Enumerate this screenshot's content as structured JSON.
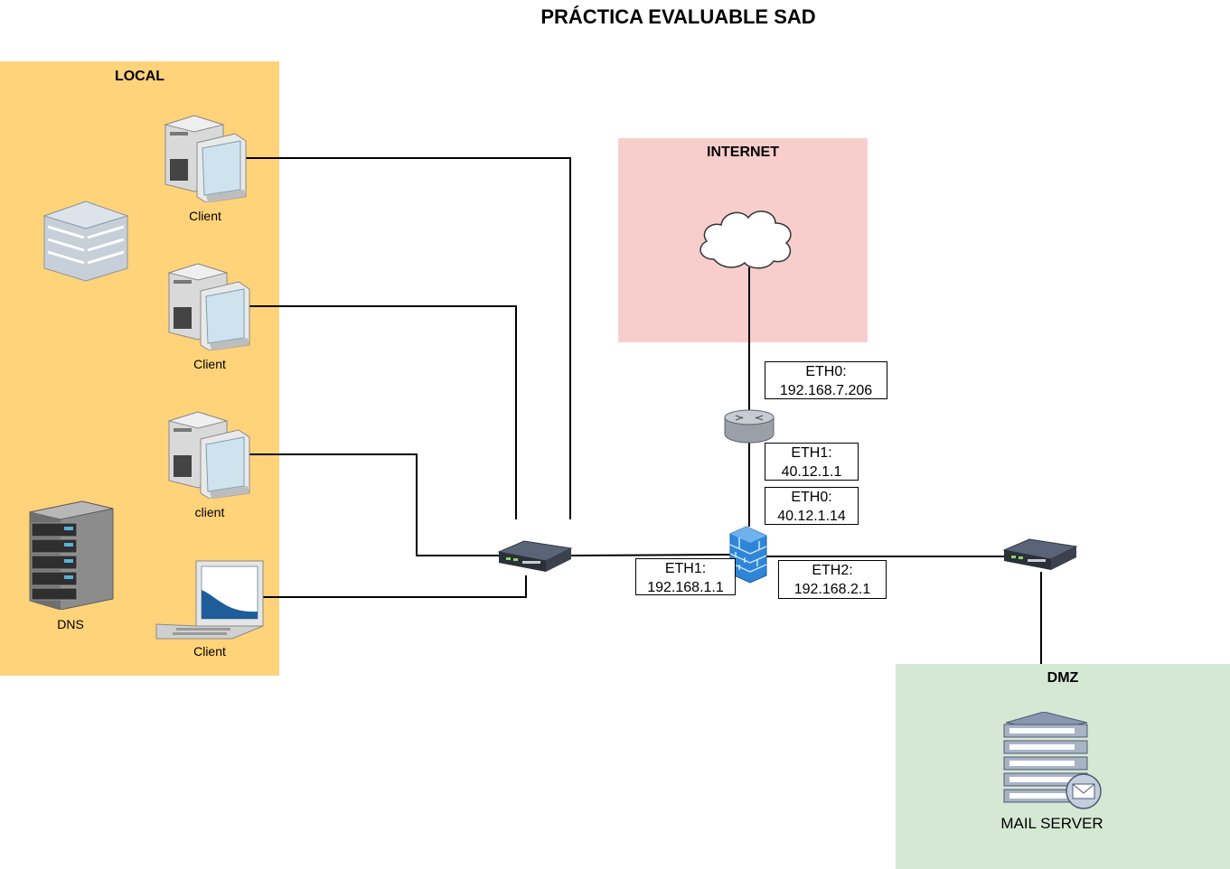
{
  "diagram": {
    "title": "PRÁCTICA EVALUABLE SAD",
    "zones": {
      "local": {
        "label": "LOCAL",
        "fill": "#ffd37a"
      },
      "internet": {
        "label": "INTERNET",
        "fill": "#f8cecc"
      },
      "dmz": {
        "label": "DMZ",
        "fill": "#d5e8d4"
      }
    },
    "devices": {
      "client1": {
        "label": "Client",
        "icon": "desktop-pc-icon"
      },
      "client2": {
        "label": "Client",
        "icon": "desktop-pc-icon"
      },
      "client3": {
        "label": "client",
        "icon": "desktop-pc-icon"
      },
      "laptop": {
        "label": "Client",
        "icon": "laptop-icon"
      },
      "dns": {
        "label": "DNS",
        "icon": "rack-server-icon"
      },
      "storage": {
        "icon": "storage-server-icon"
      },
      "cloud": {
        "icon": "cloud-icon"
      },
      "router": {
        "icon": "router-icon"
      },
      "firewall": {
        "icon": "firewall-icon"
      },
      "switch_local": {
        "icon": "switch-icon"
      },
      "switch_dmz": {
        "icon": "switch-icon"
      },
      "mail": {
        "label": "MAIL SERVER",
        "icon": "mail-server-icon"
      }
    },
    "interfaces": {
      "router_eth0": {
        "name": "ETH0:",
        "ip": "192.168.7.206"
      },
      "router_eth1": {
        "name": "ETH1:",
        "ip": "40.12.1.1"
      },
      "fw_eth0": {
        "name": "ETH0:",
        "ip": "40.12.1.14"
      },
      "fw_eth1": {
        "name": "ETH1:",
        "ip": "192.168.1.1"
      },
      "fw_eth2": {
        "name": "ETH2:",
        "ip": "192.168.2.1"
      }
    }
  }
}
